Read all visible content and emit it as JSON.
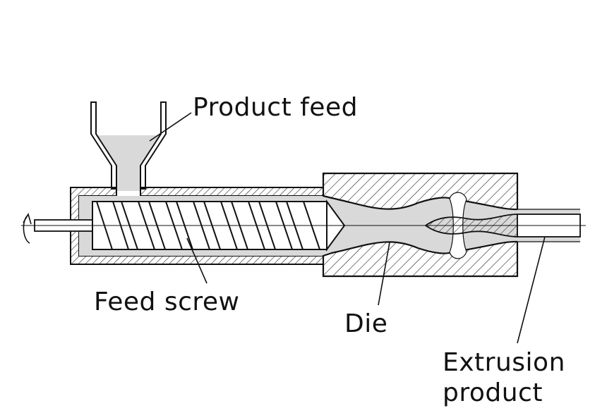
{
  "labels": {
    "product_feed": "Product feed",
    "feed_screw": "Feed screw",
    "die": "Die",
    "extrusion_line1": "Extrusion",
    "extrusion_line2": "product"
  },
  "colors": {
    "material_fill": "#d9d9d9",
    "outline": "#111111",
    "hatch": "#222222",
    "background": "#ffffff"
  }
}
